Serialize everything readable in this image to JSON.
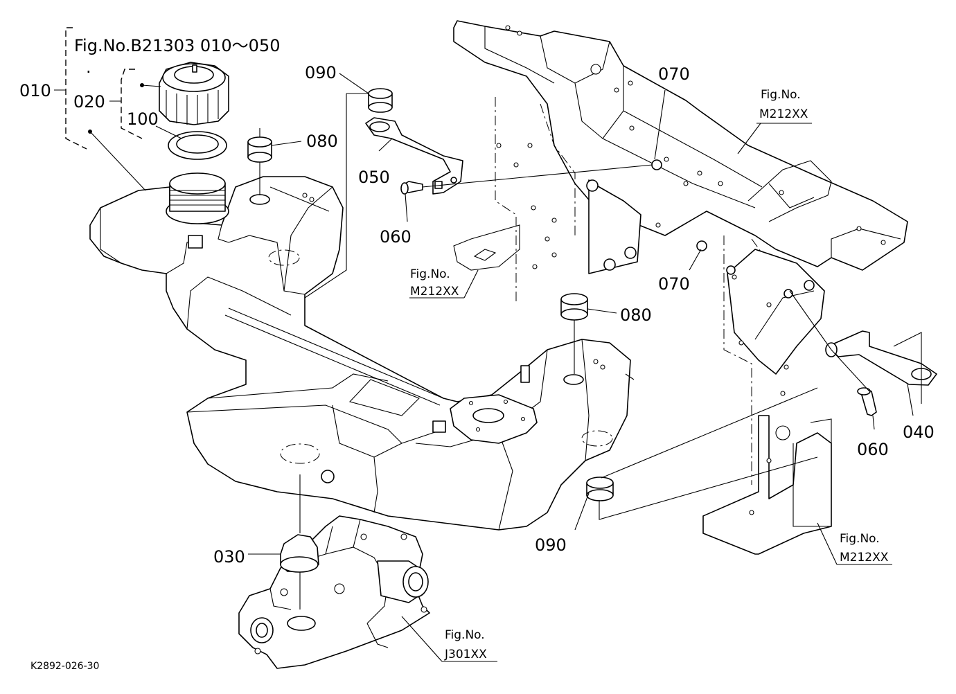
{
  "header": {
    "figure_ref": "Fig.No.B21303  010～050"
  },
  "callouts": [
    {
      "id": "010",
      "label": "010"
    },
    {
      "id": "020",
      "label": "020"
    },
    {
      "id": "100",
      "label": "100"
    },
    {
      "id": "090a",
      "label": "090"
    },
    {
      "id": "080a",
      "label": "080"
    },
    {
      "id": "050",
      "label": "050"
    },
    {
      "id": "060a",
      "label": "060"
    },
    {
      "id": "070a",
      "label": "070"
    },
    {
      "id": "070b",
      "label": "070"
    },
    {
      "id": "080b",
      "label": "080"
    },
    {
      "id": "060b",
      "label": "060"
    },
    {
      "id": "040",
      "label": "040"
    },
    {
      "id": "090b",
      "label": "090"
    },
    {
      "id": "030",
      "label": "030"
    }
  ],
  "fig_refs": [
    {
      "id": "frame-top",
      "line1": "Fig.No.",
      "line2": "M212XX"
    },
    {
      "id": "frame-mid",
      "line1": "Fig.No.",
      "line2": "M212XX"
    },
    {
      "id": "frame-right",
      "line1": "Fig.No.",
      "line2": "M212XX"
    },
    {
      "id": "housing",
      "line1": "Fig.No.",
      "line2": "J301XX"
    }
  ],
  "footer": {
    "drawing_code": "K2892-026-30"
  },
  "separator_dot": "·"
}
